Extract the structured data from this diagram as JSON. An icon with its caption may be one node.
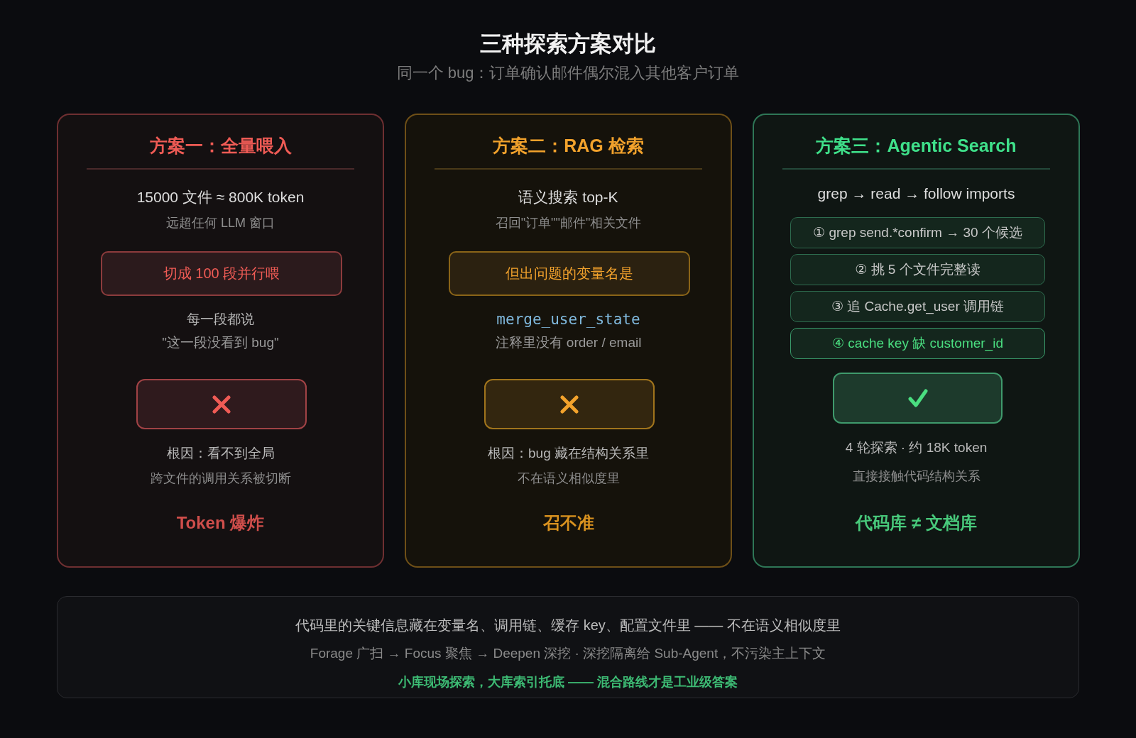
{
  "diagram": {
    "title": "三种探索方案对比",
    "nodes": [
      {
        "text": [
          "方案一：全量喂入",
          "15000 文件 ≈ 800K token",
          "远超任何 LLM 窗口",
          "每一段都说",
          "\"这一段没看到 bug\"",
          "根因：看不到全局",
          "跨文件的调用关系被切断",
          "Token 爆炸"
        ]
      },
      {
        "text": [
          "切成 100 段并行喂"
        ],
        "in": 0
      },
      {
        "text": [],
        "shape": "box",
        "in": 0
      },
      {
        "text": [
          "方案二：RAG 检索",
          "语义搜索 top-K",
          "召回\"订单\"\"邮件\"相关文件",
          "merge_user_state",
          "注释里没有 order / email",
          "根因：bug 藏在结构关系里",
          "不在语义相似度里",
          "召不准"
        ]
      },
      {
        "text": [
          "但出问题的变量名是"
        ],
        "in": 3
      },
      {
        "text": [],
        "shape": "box",
        "in": 3
      },
      {
        "text": [
          "方案三：Agentic Search",
          "grep → read → follow imports",
          "4 轮探索 · 约 18K token",
          "直接接触代码结构关系",
          "代码库 ≠ 文档库"
        ]
      },
      {
        "text": [
          "① grep send.*confirm → 30 个候选"
        ],
        "in": 6
      },
      {
        "text": [
          "② 挑 5 个文件完整读"
        ],
        "in": 6
      },
      {
        "text": [
          "③ 追 Cache.get_user 调用链"
        ],
        "in": 6
      },
      {
        "text": [
          "④ cache key 缺 customer_id"
        ],
        "in": 6
      },
      {
        "text": [],
        "shape": "box",
        "in": 6
      },
      {
        "text": [
          "代码里的关键信息藏在变量名、调用链、缓存 key、配置文件里 —— 不在语义相似度里",
          "Forage 广扫 → Focus 聚焦 → Deepen 深挖 · 深挖隔离给 Sub-Agent，不污染主上下文",
          "小库现场探索，大库索引托底 —— 混合路线才是工业级答案"
        ]
      }
    ],
    "labels": [
      "同一个 bug：订单确认邮件偶尔混入其他客户订单"
    ]
  }
}
